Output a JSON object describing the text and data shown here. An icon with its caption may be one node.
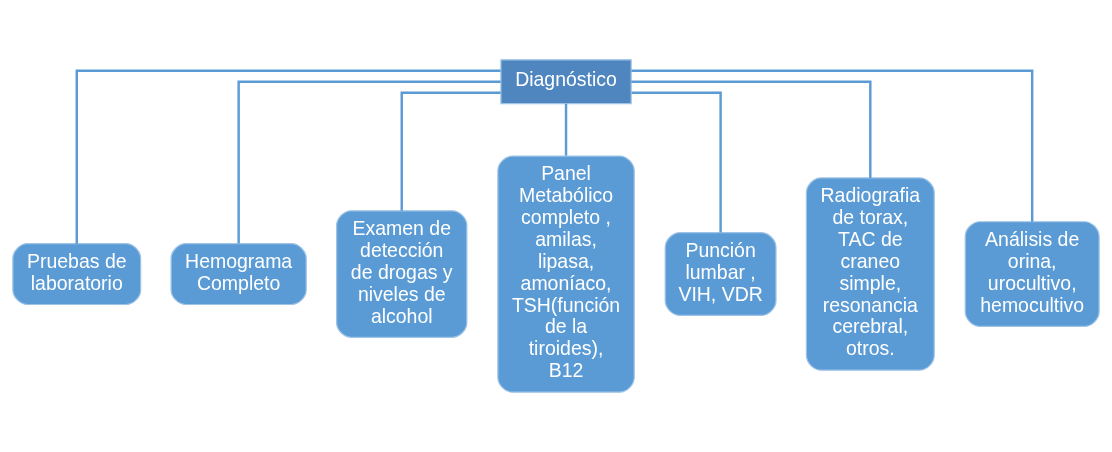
{
  "diagram": {
    "nodes": [
      {
        "text": [
          "Diagnóstico"
        ]
      },
      {
        "text": [
          "Pruebas de laboratorio"
        ]
      },
      {
        "text": [
          "Hemograma Completo"
        ]
      },
      {
        "text": [
          "Examen de detección de drogas y niveles de alcohol"
        ]
      },
      {
        "text": [
          "Panel Metabólico completo , amilas, lipasa, amoníaco, TSH(función de la tiroides), B12"
        ]
      },
      {
        "text": [
          "Punción lumbar , VIH, VDR"
        ]
      },
      {
        "text": [
          "Radiografia de torax, TAC de craneo simple, resonancia cerebral, otros."
        ]
      },
      {
        "text": [
          "Análisis de orina, urocultivo, hemocultivo"
        ]
      }
    ],
    "edges": [
      {
        "from": 0,
        "to": 1,
        "arrow": "none"
      },
      {
        "from": 0,
        "to": 2,
        "arrow": "none"
      },
      {
        "from": 0,
        "to": 3,
        "arrow": "none"
      },
      {
        "from": 0,
        "to": 4,
        "arrow": "none"
      },
      {
        "from": 0,
        "to": 5,
        "arrow": "none"
      },
      {
        "from": 0,
        "to": 6,
        "arrow": "none"
      },
      {
        "from": 0,
        "to": 7,
        "arrow": "none"
      }
    ]
  }
}
